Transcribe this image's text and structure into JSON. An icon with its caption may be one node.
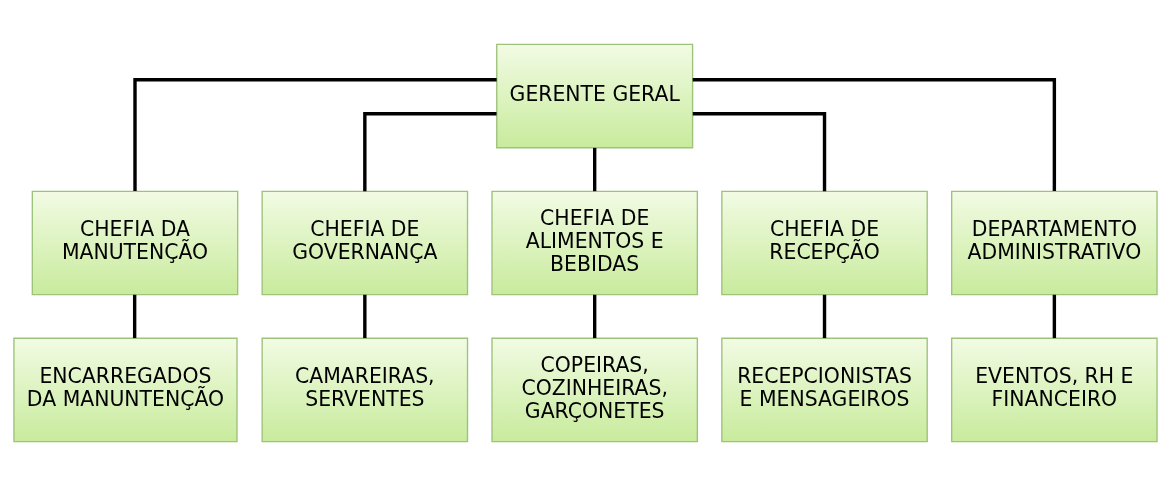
{
  "diagram": {
    "nodes": [
      {
        "text": [
          "GERENTE GERAL"
        ]
      },
      {
        "text": [
          "CHEFIA DA MANUTENÇÃO"
        ]
      },
      {
        "text": [
          "CHEFIA DE GOVERNANÇA"
        ]
      },
      {
        "text": [
          "CHEFIA DE ALIMENTOS E BEBIDAS"
        ]
      },
      {
        "text": [
          "CHEFIA DE RECEPÇÃO"
        ]
      },
      {
        "text": [
          "DEPARTAMENTO ADMINISTRATIVO"
        ]
      },
      {
        "text": [
          "ENCARREGADOS DA MANUNTENÇÃO"
        ]
      },
      {
        "text": [
          "CAMAREIRAS, SERVENTES"
        ]
      },
      {
        "text": [
          "COPEIRAS, COZINHEIRAS, GARÇONETES"
        ]
      },
      {
        "text": [
          "RECEPCIONISTAS E MENSAGEIROS"
        ]
      },
      {
        "text": [
          "EVENTOS, RH E FINANCEIRO"
        ]
      }
    ],
    "edges": [
      {
        "from": 0,
        "to": 1,
        "arrow": "none"
      },
      {
        "from": 0,
        "to": 2,
        "arrow": "none"
      },
      {
        "from": 0,
        "to": 3,
        "arrow": "none"
      },
      {
        "from": 0,
        "to": 4,
        "arrow": "none"
      },
      {
        "from": 0,
        "to": 5,
        "arrow": "none"
      },
      {
        "from": 1,
        "to": 6,
        "arrow": "none"
      },
      {
        "from": 2,
        "to": 7,
        "arrow": "none"
      },
      {
        "from": 3,
        "to": 8,
        "arrow": "none"
      },
      {
        "from": 4,
        "to": 9,
        "arrow": "none"
      },
      {
        "from": 5,
        "to": 10,
        "arrow": "none"
      }
    ]
  }
}
